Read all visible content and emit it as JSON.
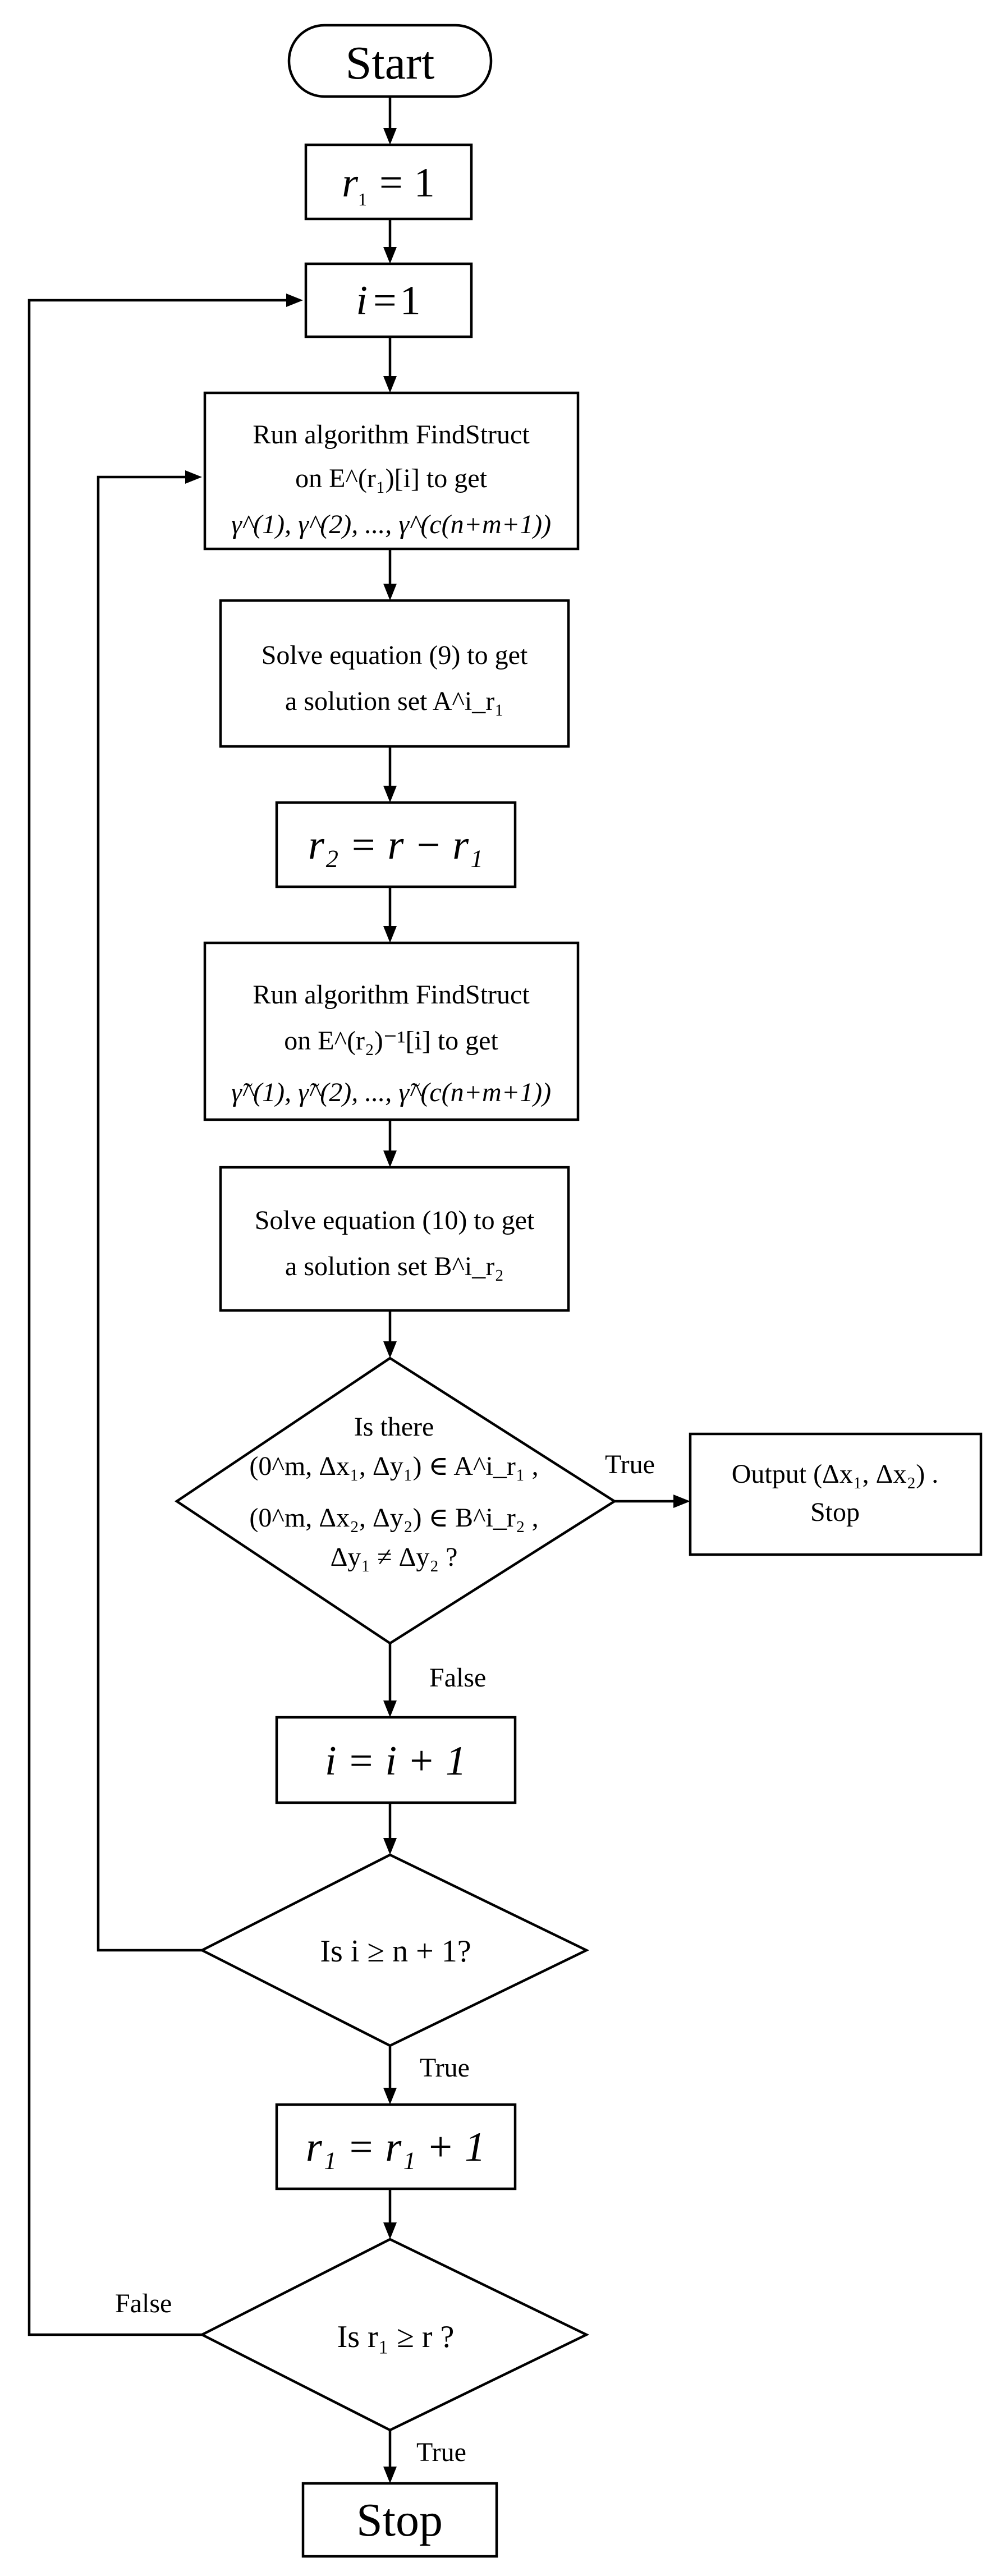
{
  "nodes": {
    "start": {
      "label": "Start"
    },
    "init_r1": {
      "label": "r₁ = 1"
    },
    "init_i": {
      "label": "i = 1"
    },
    "find1": {
      "line1": "Run algorithm FindStruct",
      "line2": "on  E^(r₁)[i]  to get",
      "line3": "γ^(1), γ^(2), ..., γ^(c(n+m+1))"
    },
    "solve9": {
      "line1": "Solve equation (9) to get",
      "line2": "a solution set A^i_r₁"
    },
    "set_r2": {
      "label": "r₂ = r − r₁"
    },
    "find2": {
      "line1": "Run algorithm FindStruct",
      "line2": "on  E^(r₂)⁻¹[i]  to get",
      "line3": "γ̃^(1), γ̃^(2), ..., γ̃^(c(n+m+1))"
    },
    "solve10": {
      "line1": "Solve equation (10) to get",
      "line2": "a solution set B^i_r₂"
    },
    "decision_exists": {
      "line1": "Is there",
      "line2": "(0^m, Δx₁, Δy₁) ∈ A^i_r₁ ,",
      "line3": "(0^m, Δx₂, Δy₂) ∈ B^i_r₂ ,",
      "line4": "Δy₁ ≠ Δy₂ ?"
    },
    "output": {
      "line1": "Output (Δx₁, Δx₂) .",
      "line2": "Stop"
    },
    "inc_i": {
      "label": "i = i + 1"
    },
    "decision_i": {
      "label": "Is  i ≥ n + 1?"
    },
    "inc_r1": {
      "label": "r₁ = r₁ + 1"
    },
    "decision_r1": {
      "label": "Is  r₁ ≥ r  ?"
    },
    "stop": {
      "label": "Stop"
    }
  },
  "edge_labels": {
    "exists_true": "True",
    "exists_false": "False",
    "i_true": "True",
    "r1_false": "False",
    "r1_true": "True"
  },
  "math_tokens": {
    "r": "r",
    "i": "i",
    "one": "1",
    "two": "2",
    "equals": "=",
    "E": "E",
    "gamma": "γ",
    "A": "A",
    "B": "B"
  }
}
